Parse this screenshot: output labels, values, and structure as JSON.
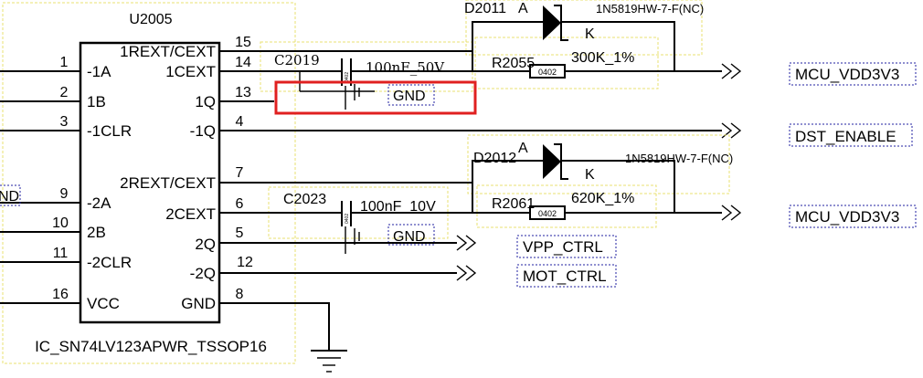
{
  "ic": {
    "ref": "U2005",
    "part": "IC_SN74LV123APWR_TSSOP16",
    "left_pins": [
      {
        "num": "1",
        "name": "-1A"
      },
      {
        "num": "2",
        "name": "1B"
      },
      {
        "num": "3",
        "name": "-1CLR"
      },
      {
        "num": "9",
        "name": "-2A"
      },
      {
        "num": "10",
        "name": "2B"
      },
      {
        "num": "11",
        "name": "-2CLR"
      },
      {
        "num": "16",
        "name": "VCC"
      }
    ],
    "right_pins": [
      {
        "num": "15",
        "name": "1REXT/CEXT"
      },
      {
        "num": "14",
        "name": "1CEXT"
      },
      {
        "num": "13",
        "name": "1Q"
      },
      {
        "num": "4",
        "name": "-1Q"
      },
      {
        "num": "7",
        "name": "2REXT/CEXT"
      },
      {
        "num": "6",
        "name": "2CEXT"
      },
      {
        "num": "5",
        "name": "2Q"
      },
      {
        "num": "12",
        "name": "-2Q"
      },
      {
        "num": "8",
        "name": "GND"
      }
    ],
    "partial_left_net": "ND"
  },
  "components": {
    "c2019": {
      "ref": "C2019",
      "value": "100nF_50V",
      "pkg": "0402"
    },
    "c2023": {
      "ref": "C2023",
      "value": "100nF_10V",
      "pkg": "0402"
    },
    "r2055": {
      "ref": "R2055",
      "value": "300K_1%",
      "pkg": "0402"
    },
    "r2061": {
      "ref": "R2061",
      "value": "620K_1%",
      "pkg": "0402"
    },
    "d2011": {
      "ref": "D2011",
      "part": "1N5819HW-7-F(NC)",
      "anode": "A",
      "cathode": "K"
    },
    "d2012": {
      "ref": "D2012",
      "part": "1N5819HW-7-F(NC)",
      "anode": "A",
      "cathode": "K"
    }
  },
  "nets": {
    "gnd1": "GND",
    "gnd2": "GND",
    "mcu_vdd_1": "MCU_VDD3V3",
    "dst_enable": "DST_ENABLE",
    "mcu_vdd_2": "MCU_VDD3V3",
    "vpp_ctrl": "VPP_CTRL",
    "mot_ctrl": "MOT_CTRL"
  },
  "colors": {
    "wire": "#000000",
    "component_box": "#e8e070",
    "net_box": "#2020a0",
    "highlight": "#e02020"
  }
}
